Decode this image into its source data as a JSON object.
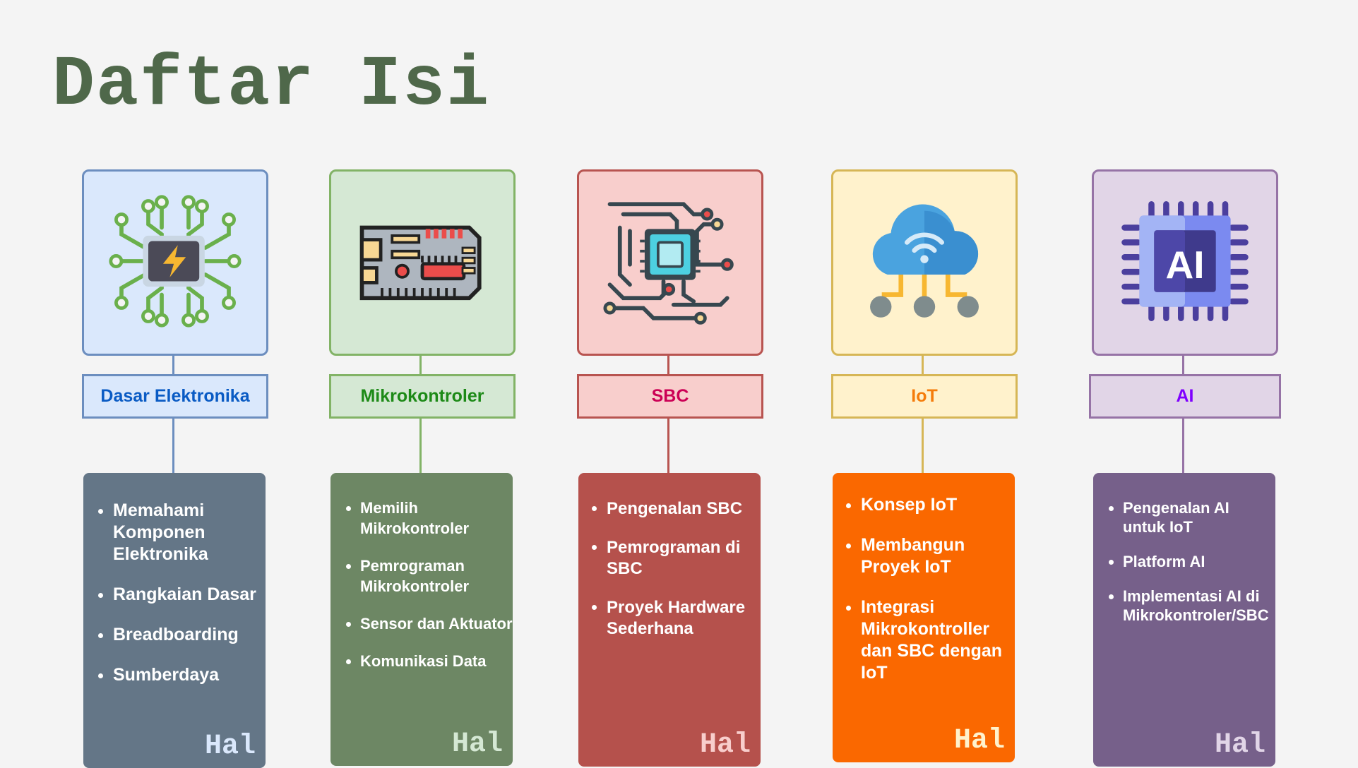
{
  "title": "Daftar Isi",
  "sections": [
    {
      "label": "Dasar Elektronika",
      "icon": "chip-lightning-icon",
      "items": [
        "Memahami Komponen Elektronika",
        "Rangkaian Dasar",
        "Breadboarding",
        "Sumberdaya"
      ],
      "hal": "Hal",
      "colors": {
        "border": "#6c8ebf",
        "iconBg": "#dae8fc",
        "labelBg": "#dae8fc",
        "labelText": "#0a5bc4",
        "card": "#647687",
        "hal": "#dae8fc"
      }
    },
    {
      "label": "Mikrokontroler",
      "icon": "circuit-board-icon",
      "items": [
        "Memilih Mikrokontroler",
        "Pemrograman Mikrokontroler",
        "Sensor dan Aktuator",
        "Komunikasi Data"
      ],
      "hal": "Hal",
      "colors": {
        "border": "#82b366",
        "iconBg": "#d5e8d4",
        "labelBg": "#d5e8d4",
        "labelText": "#1d8a17",
        "card": "#6d8764",
        "hal": "#d5e8d4"
      }
    },
    {
      "label": "SBC",
      "icon": "processor-circuit-icon",
      "items": [
        "Pengenalan SBC",
        "Pemrograman di SBC",
        "Proyek Hardware Sederhana"
      ],
      "hal": "Hal",
      "colors": {
        "border": "#b85450",
        "iconBg": "#f8cecc",
        "labelBg": "#f8cecc",
        "labelText": "#cc0055",
        "card": "#b5514c",
        "hal": "#f8cecc"
      }
    },
    {
      "label": "IoT",
      "icon": "cloud-network-icon",
      "items": [
        "Konsep IoT",
        "Membangun Proyek IoT",
        "Integrasi Mikrokontroller dan SBC dengan IoT"
      ],
      "hal": "Hal",
      "colors": {
        "border": "#d6b656",
        "iconBg": "#fff2cc",
        "labelBg": "#fff2cc",
        "labelText": "#f57c0a",
        "card": "#fa6800",
        "hal": "#fff2cc"
      }
    },
    {
      "label": "AI",
      "icon": "ai-chip-icon",
      "items": [
        "Pengenalan AI untuk IoT",
        "Platform AI",
        "Implementasi AI di Mikrokontroler/SBC"
      ],
      "hal": "Hal",
      "colors": {
        "border": "#9673a6",
        "iconBg": "#e1d5e7",
        "labelBg": "#e1d5e7",
        "labelText": "#7f00ff",
        "card": "#76608a",
        "hal": "#e1d5e7"
      }
    }
  ]
}
